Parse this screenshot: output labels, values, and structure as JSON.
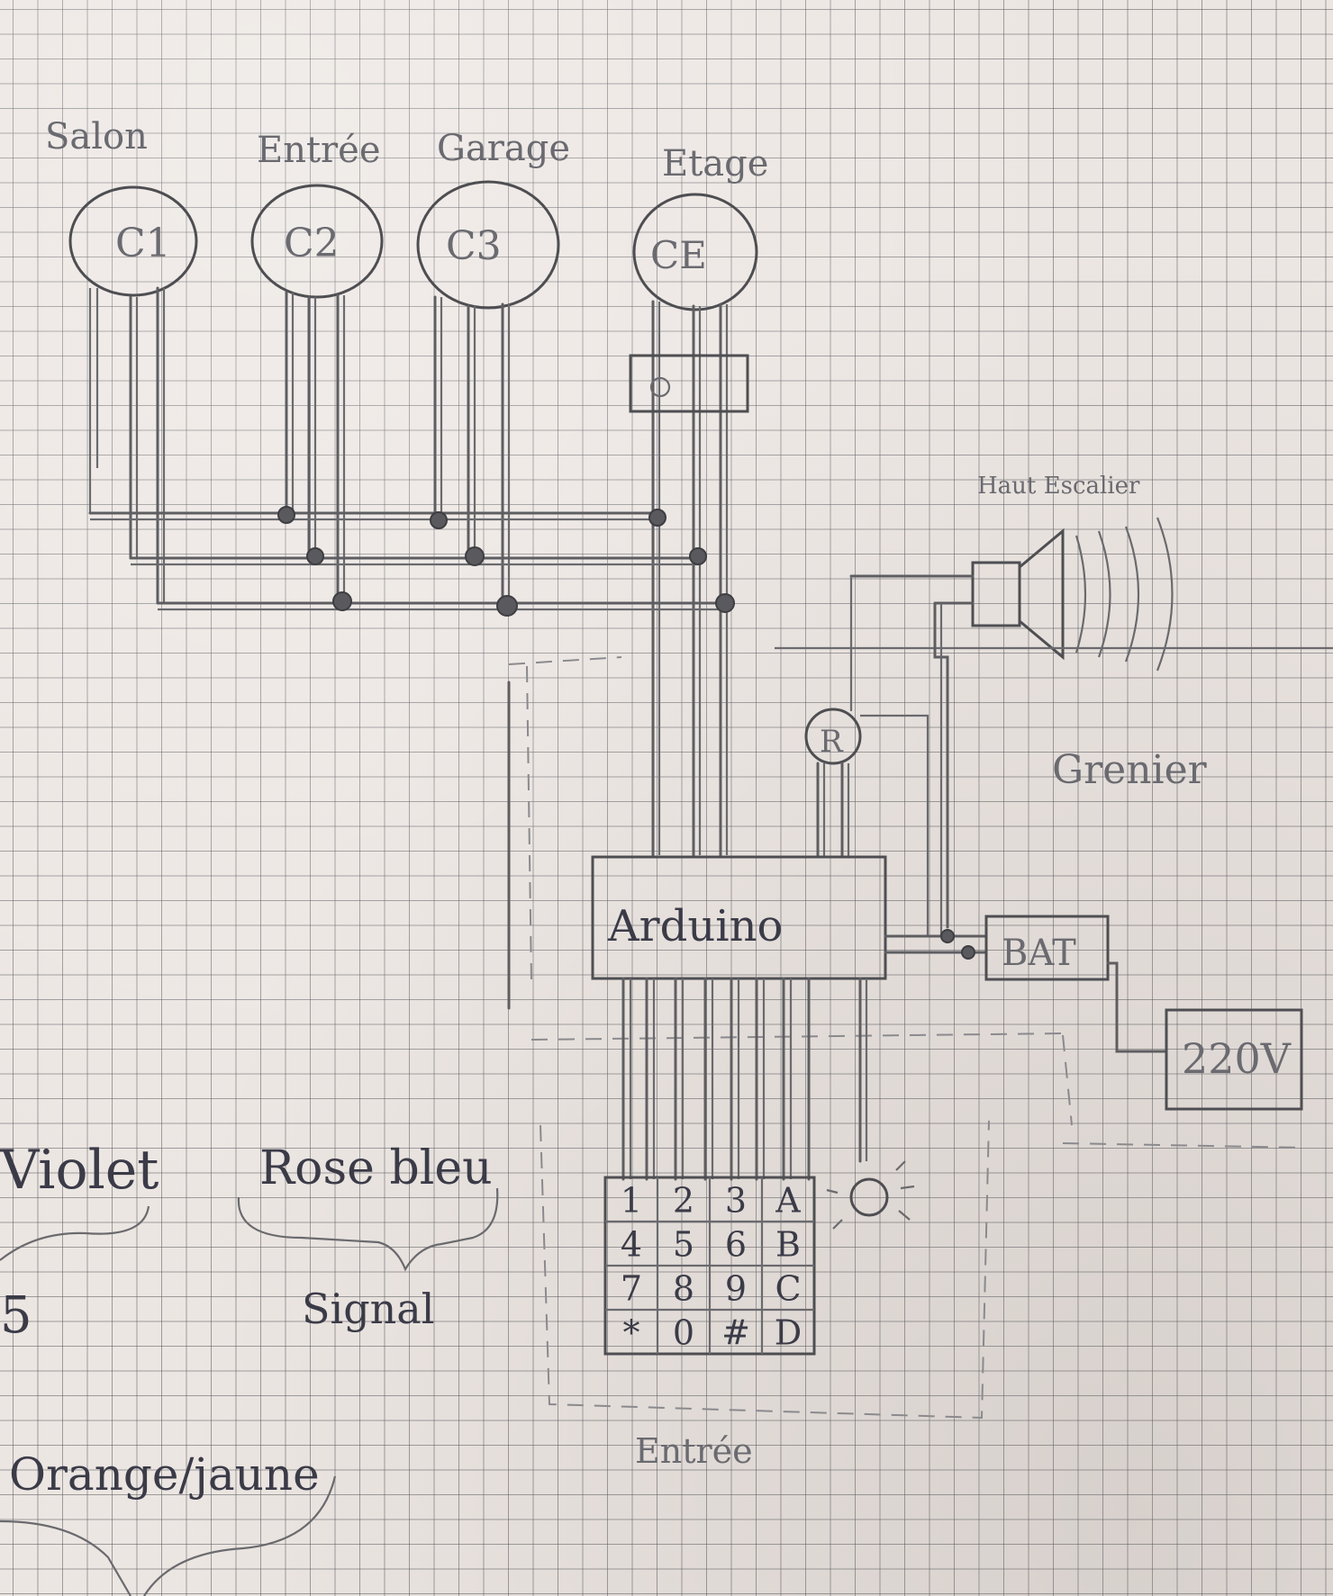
{
  "rooms": {
    "salon": {
      "label": "Salon",
      "sensor": "C1"
    },
    "entree": {
      "label": "Entrée",
      "sensor": "C2"
    },
    "garage": {
      "label": "Garage",
      "sensor": "C3"
    },
    "etage": {
      "label": "Etage",
      "sensor": "CE"
    }
  },
  "components": {
    "arduino": "Arduino",
    "relay": "R",
    "battery": "BAT",
    "mains": "220V",
    "siren_location": "Haut Escalier",
    "attic": "Grenier",
    "keypad_location": "Entrée"
  },
  "keypad": {
    "keys": [
      "1",
      "2",
      "3",
      "A",
      "4",
      "5",
      "6",
      "B",
      "7",
      "8",
      "9",
      "C",
      "*",
      "0",
      "#",
      "D"
    ]
  },
  "legend": {
    "violet": "Violet",
    "rose_bleu": "Rose bleu",
    "signal": "Signal",
    "orange_jaune": "Orange/jaune",
    "five": "5"
  }
}
